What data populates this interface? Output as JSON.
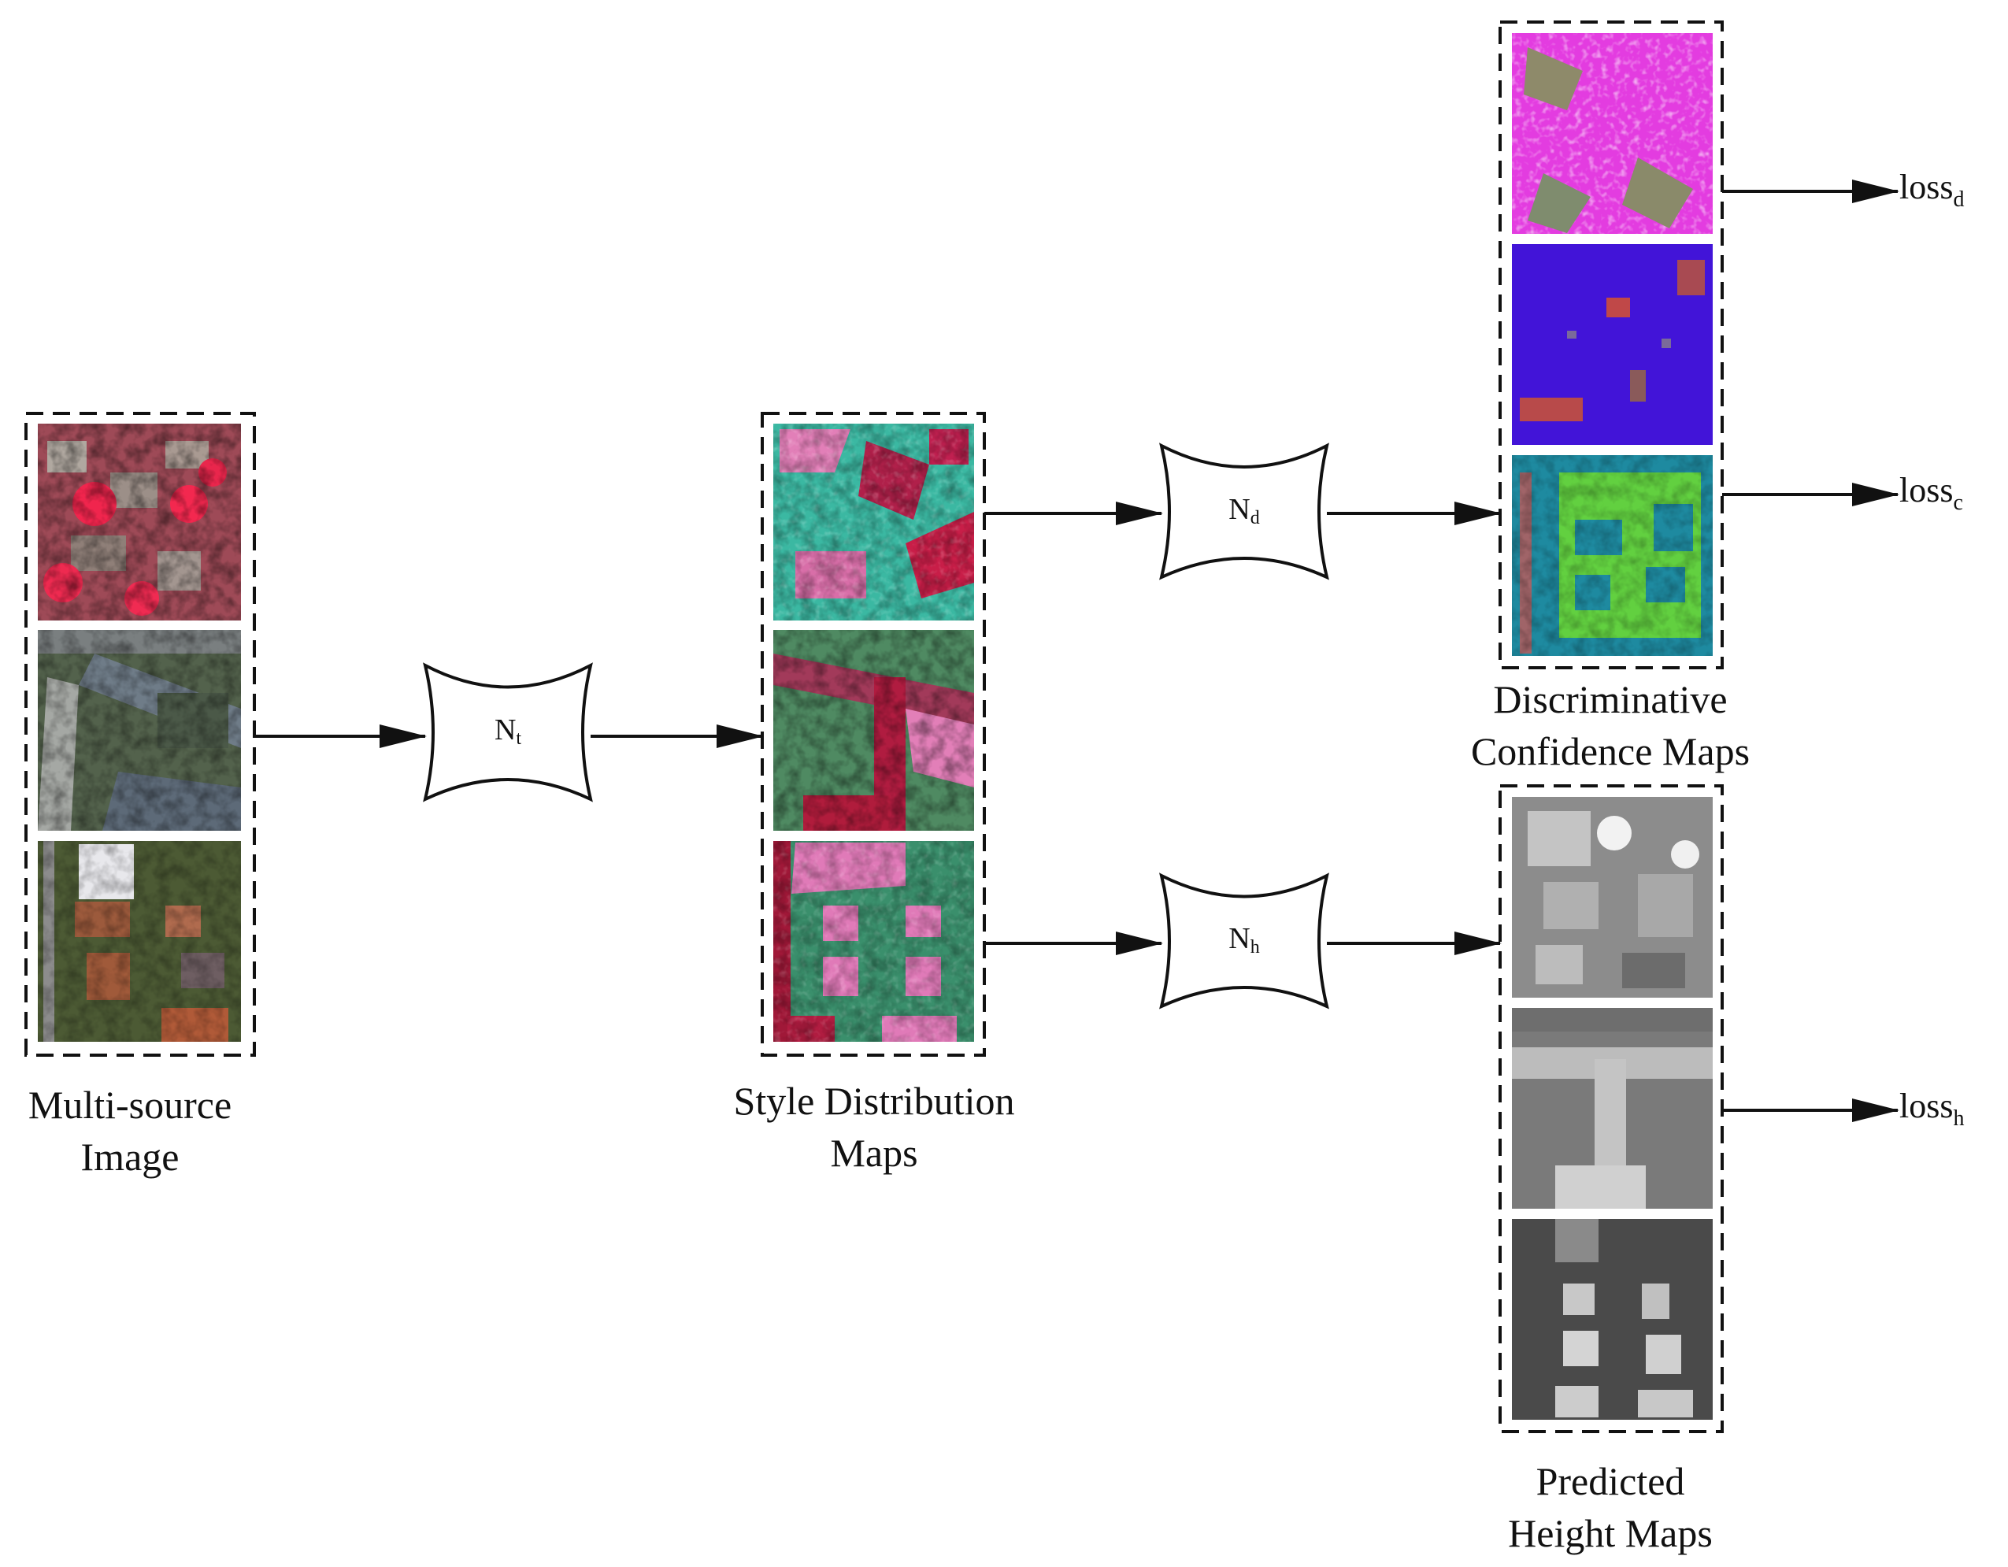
{
  "captions": {
    "input": [
      "Multi-source",
      "Image"
    ],
    "style": [
      "Style Distribution",
      "Maps"
    ],
    "confidence": [
      "Discriminative",
      "Confidence Maps"
    ],
    "height": [
      "Predicted",
      "Height Maps"
    ]
  },
  "networks": {
    "t": {
      "base": "N",
      "sub": "t"
    },
    "d": {
      "base": "N",
      "sub": "d"
    },
    "h": {
      "base": "N",
      "sub": "h"
    }
  },
  "losses": {
    "d": {
      "base": "loss",
      "sub": "d"
    },
    "c": {
      "base": "loss",
      "sub": "c"
    },
    "h": {
      "base": "loss",
      "sub": "h"
    }
  },
  "colors": {
    "stroke": "#111111",
    "input_rgb_red": "#d8344a",
    "rgb_green": "#5b7049",
    "style_teal": "#3fbfa8",
    "style_pink": "#e07ab8",
    "confidence_magenta": "#e33ce0",
    "confidence_blue": "#4214d8",
    "confidence_teal": "#1e8aa0",
    "confidence_green": "#62d040",
    "height_gray": "#8c8c8c"
  }
}
